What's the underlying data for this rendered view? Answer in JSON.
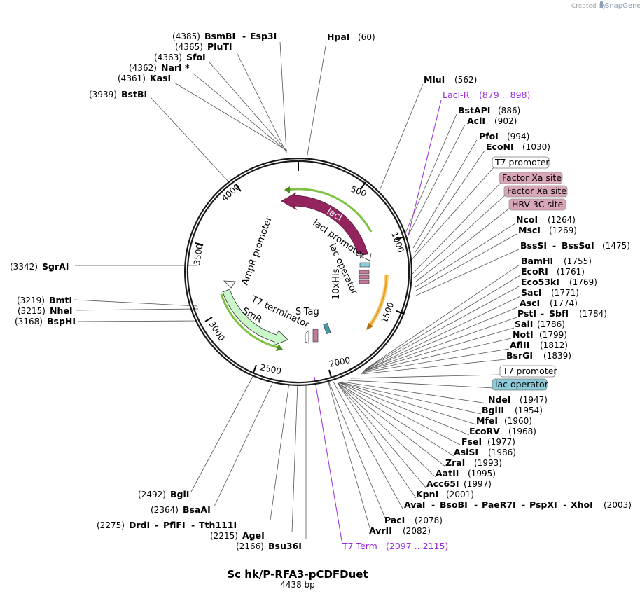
{
  "branding": {
    "created_by": "Created by",
    "app_name": "SnapGene"
  },
  "plasmid": {
    "name": "Sc hk/P-RFA3-pCDFDuet",
    "length_label": "4438 bp"
  },
  "tick_labels": [
    "500",
    "1000",
    "1500",
    "2000",
    "2500",
    "3000",
    "3500",
    "4000"
  ],
  "enzymes": [
    {
      "names": [
        "BsmBI",
        "Esp3I"
      ],
      "pos": "(4385)"
    },
    {
      "names": [
        "PluTI"
      ],
      "pos": "(4365)"
    },
    {
      "names": [
        "SfoI"
      ],
      "pos": "(4363)"
    },
    {
      "names": [
        "NarI *"
      ],
      "pos": "(4362)"
    },
    {
      "names": [
        "KasI"
      ],
      "pos": "(4361)"
    },
    {
      "names": [
        "BstBI"
      ],
      "pos": "(3939)"
    },
    {
      "names": [
        "HpaI"
      ],
      "pos": "(60)"
    },
    {
      "names": [
        "MluI"
      ],
      "pos": "(562)"
    },
    {
      "names": [
        "BstAPI"
      ],
      "pos": "(886)"
    },
    {
      "names": [
        "AclI"
      ],
      "pos": "(902)"
    },
    {
      "names": [
        "PfoI"
      ],
      "pos": "(994)"
    },
    {
      "names": [
        "EcoNI"
      ],
      "pos": "(1030)"
    },
    {
      "names": [
        "NcoI"
      ],
      "pos": "(1264)"
    },
    {
      "names": [
        "MscI"
      ],
      "pos": "(1269)"
    },
    {
      "names": [
        "BssSI",
        "BssSαI"
      ],
      "pos": "(1475)"
    },
    {
      "names": [
        "BamHI"
      ],
      "pos": "(1755)"
    },
    {
      "names": [
        "EcoRI"
      ],
      "pos": "(1761)"
    },
    {
      "names": [
        "Eco53kI"
      ],
      "pos": "(1769)"
    },
    {
      "names": [
        "SacI"
      ],
      "pos": "(1771)"
    },
    {
      "names": [
        "AscI"
      ],
      "pos": "(1774)"
    },
    {
      "names": [
        "PstI",
        "SbfI"
      ],
      "pos": "(1784)"
    },
    {
      "names": [
        "SalI"
      ],
      "pos": "(1786)"
    },
    {
      "names": [
        "NotI"
      ],
      "pos": "(1799)"
    },
    {
      "names": [
        "AflII"
      ],
      "pos": "(1812)"
    },
    {
      "names": [
        "BsrGI"
      ],
      "pos": "(1839)"
    },
    {
      "names": [
        "NdeI"
      ],
      "pos": "(1947)"
    },
    {
      "names": [
        "BglII"
      ],
      "pos": "(1954)"
    },
    {
      "names": [
        "MfeI"
      ],
      "pos": "(1960)"
    },
    {
      "names": [
        "EcoRV"
      ],
      "pos": "(1968)"
    },
    {
      "names": [
        "FseI"
      ],
      "pos": "(1977)"
    },
    {
      "names": [
        "AsiSI"
      ],
      "pos": "(1986)"
    },
    {
      "names": [
        "ZraI"
      ],
      "pos": "(1993)"
    },
    {
      "names": [
        "AatII"
      ],
      "pos": "(1995)"
    },
    {
      "names": [
        "Acc65I"
      ],
      "pos": "(1997)"
    },
    {
      "names": [
        "KpnI"
      ],
      "pos": "(2001)"
    },
    {
      "names": [
        "AvaI",
        "BsoBI",
        "PaeR7I",
        "PspXI",
        "XhoI"
      ],
      "pos": "(2003)"
    },
    {
      "names": [
        "PacI"
      ],
      "pos": "(2078)"
    },
    {
      "names": [
        "AvrII"
      ],
      "pos": "(2082)"
    },
    {
      "names": [
        "Bsu36I"
      ],
      "pos": "(2166)"
    },
    {
      "names": [
        "AgeI"
      ],
      "pos": "(2215)"
    },
    {
      "names": [
        "DrdI",
        "PflFI",
        "Tth111I"
      ],
      "pos": "(2275)"
    },
    {
      "names": [
        "BsaAI"
      ],
      "pos": "(2364)"
    },
    {
      "names": [
        "BglI"
      ],
      "pos": "(2492)"
    },
    {
      "names": [
        "BspHI"
      ],
      "pos": "(3168)"
    },
    {
      "names": [
        "NheI"
      ],
      "pos": "(3215)"
    },
    {
      "names": [
        "BmtI"
      ],
      "pos": "(3219)"
    },
    {
      "names": [
        "SgrAI"
      ],
      "pos": "(3342)"
    }
  ],
  "primers": [
    {
      "name": "LacI-R",
      "range": "(879 .. 898)"
    },
    {
      "name": "T7 Term",
      "range": "(2097 .. 2115)"
    }
  ],
  "boxed_features": [
    {
      "label": "T7 promoter",
      "color": "#ffffff"
    },
    {
      "label": "Factor Xa site",
      "color": "#d9a5b8"
    },
    {
      "label": "Factor Xa site",
      "color": "#d9a5b8"
    },
    {
      "label": "HRV 3C site",
      "color": "#d9a5b8"
    },
    {
      "label": "T7 promoter",
      "color": "#ffffff"
    },
    {
      "label": "lac operator",
      "color": "#8ccbd9"
    }
  ],
  "features": {
    "lacI": "lacI",
    "lacI_promoter": "lacI promoter",
    "lac_operator": "lac operator",
    "his10": "10xHis",
    "ampr_promoter": "AmpR promoter",
    "smr": "SmR",
    "t7_terminator": "T7 terminator",
    "s_tag": "S-Tag"
  },
  "colors": {
    "backbone": "#1a1a1a",
    "lacI": "#93245e",
    "orf": "#7fc241",
    "smr_fill": "#c9f7c9",
    "orange_orf": "#e8a020",
    "primer": "#9a2be0",
    "teal": "#4a9aaa",
    "pink": "#c47a9a"
  }
}
